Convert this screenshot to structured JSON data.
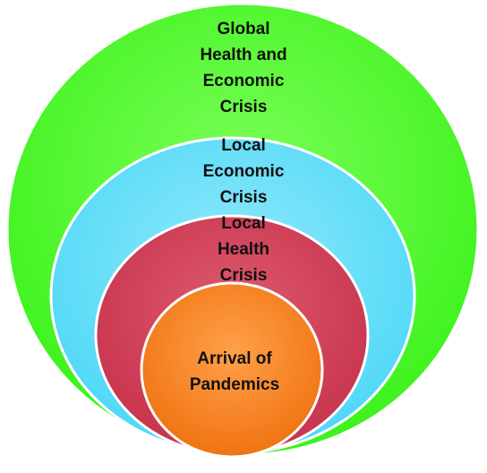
{
  "diagram": {
    "layers": [
      {
        "label": "Global\nHealth and\nEconomic\nCrisis",
        "fill": "#3df21c",
        "fill_light": "#7dff5a",
        "stroke": "#ffffff"
      },
      {
        "label": "Local\nEconomic\nCrisis",
        "fill": "#4fd8f7",
        "fill_light": "#8fe9fb",
        "stroke": "#ffffff"
      },
      {
        "label": "Local\nHealth\nCrisis",
        "fill": "#c7344d",
        "fill_light": "#de5a70",
        "stroke": "#ffffff"
      },
      {
        "label": "Arrival of\nPandemics",
        "fill": "#f07412",
        "fill_light": "#ffa04a",
        "stroke": "#ffffff"
      }
    ]
  }
}
